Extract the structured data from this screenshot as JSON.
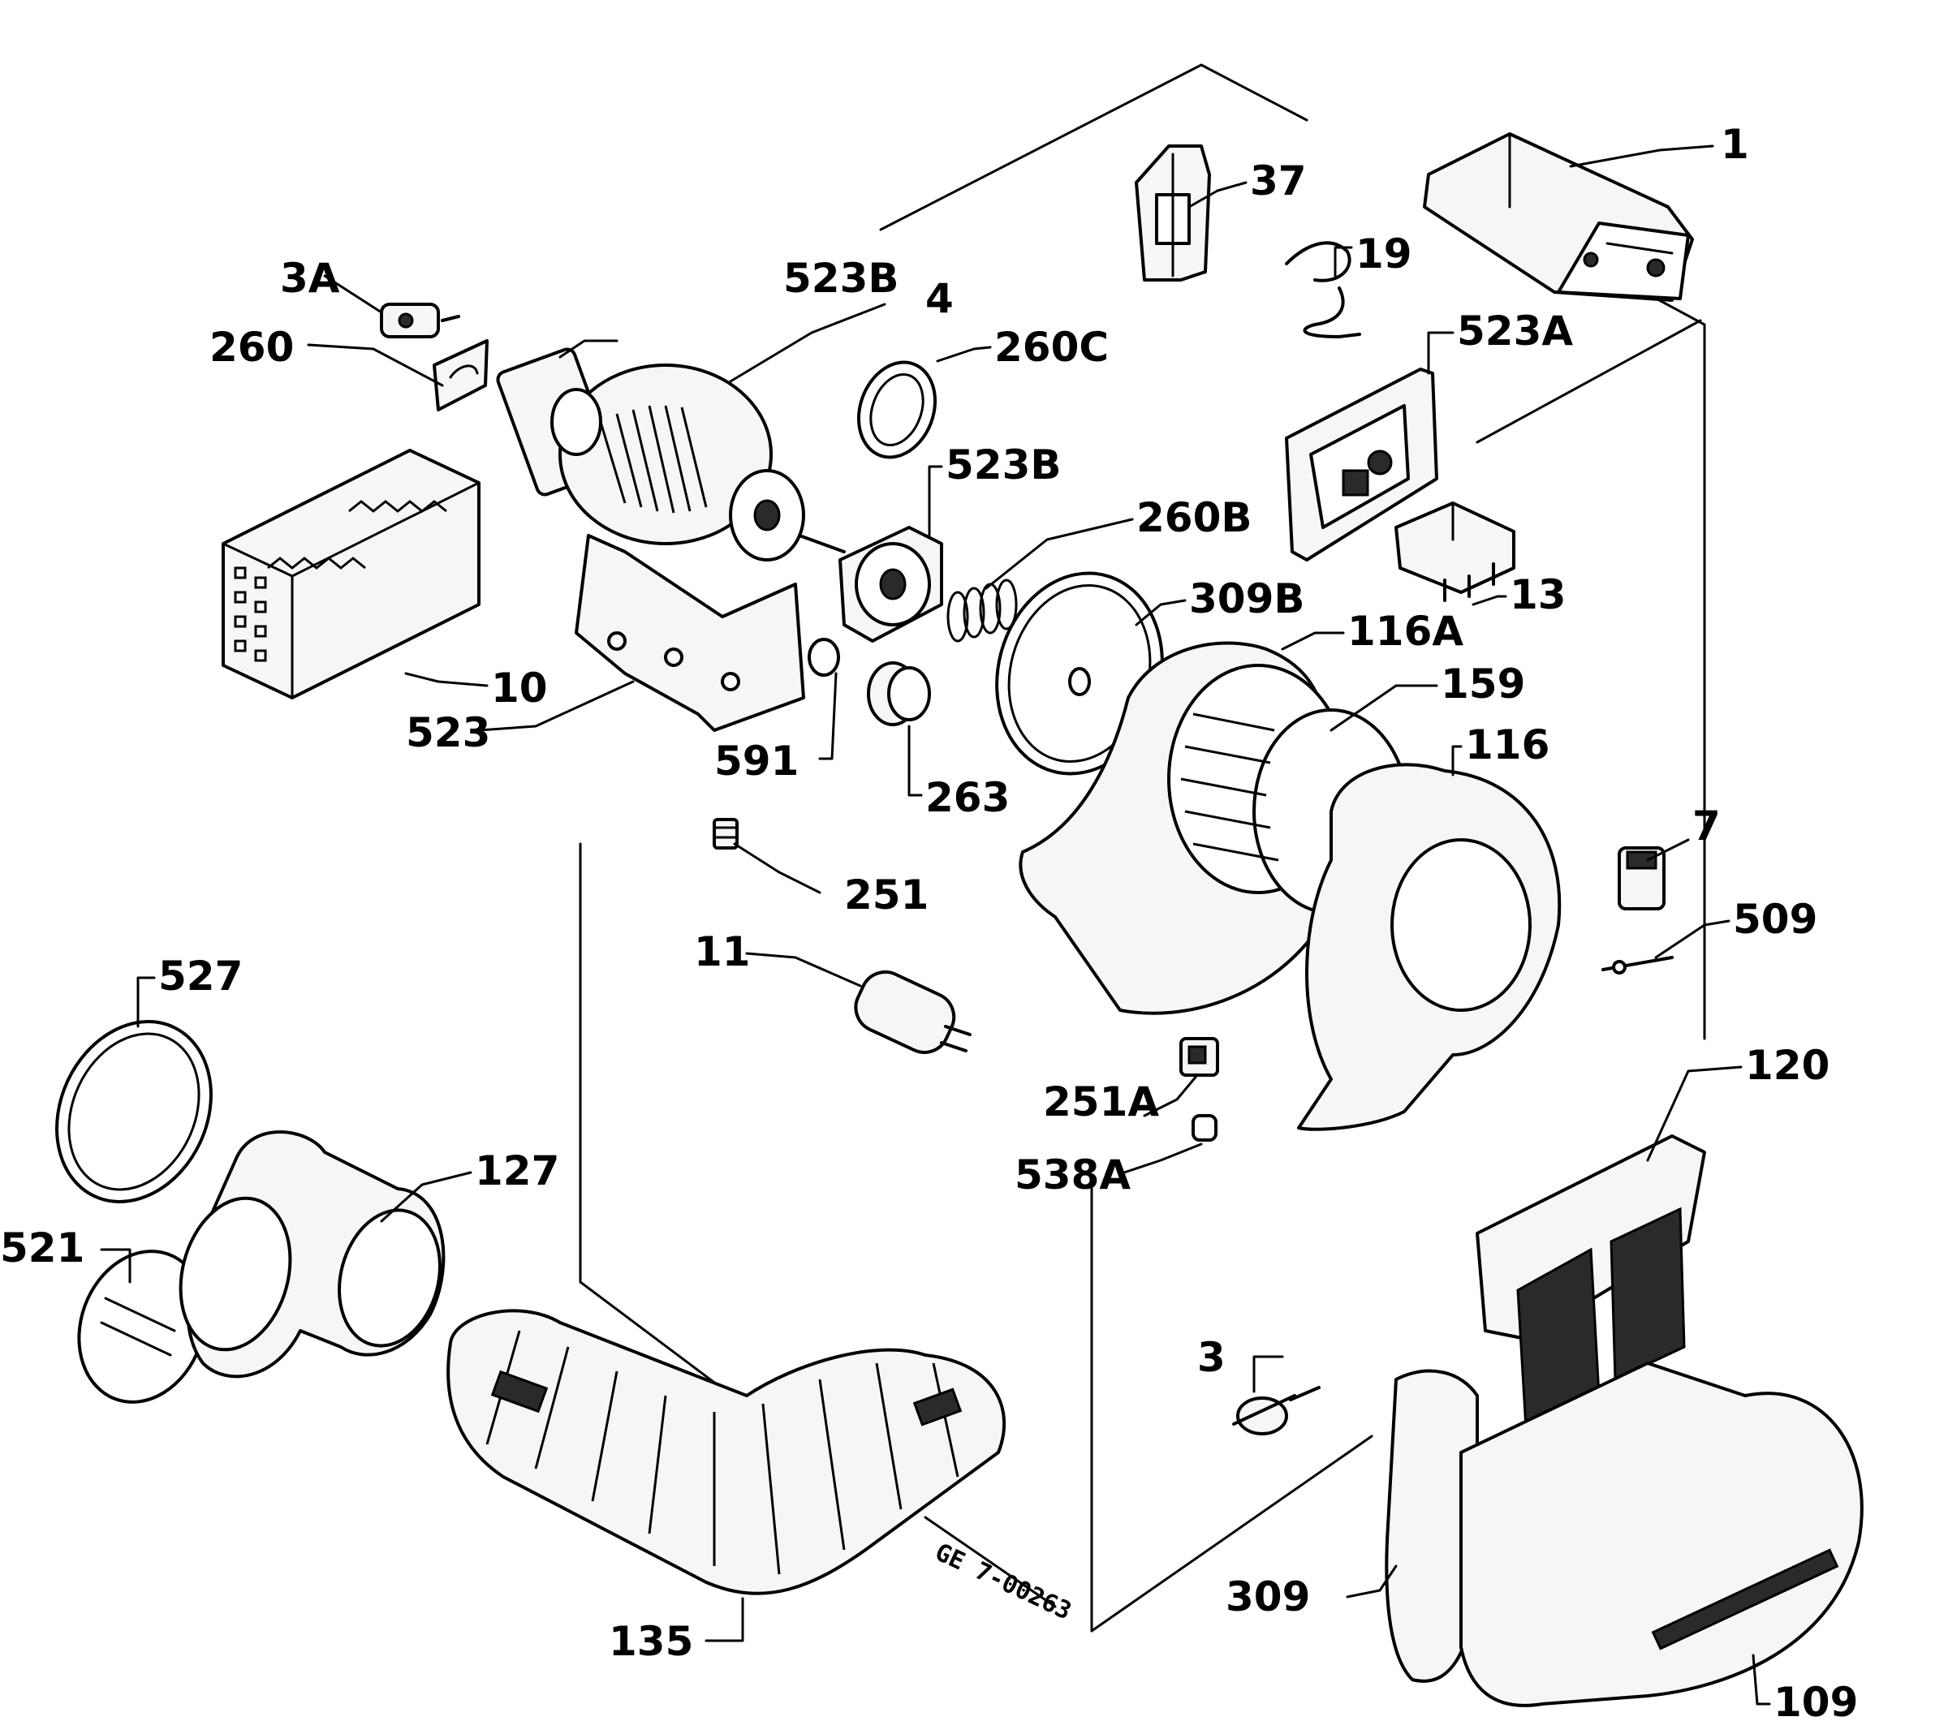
{
  "diagram_code": "GE 7-00263",
  "labels": {
    "l1": "1",
    "l3": "3",
    "l3a": "3A",
    "l4": "4",
    "l7": "7",
    "l10": "10",
    "l11": "11",
    "l13": "13",
    "l19": "19",
    "l37": "37",
    "l109": "109",
    "l116": "116",
    "l116a": "116A",
    "l120": "120",
    "l127": "127",
    "l135": "135",
    "l159": "159",
    "l251": "251",
    "l251a": "251A",
    "l260": "260",
    "l260b": "260B",
    "l260c": "260C",
    "l263": "263",
    "l309": "309",
    "l309b": "309B",
    "l509": "509",
    "l521": "521",
    "l523": "523",
    "l523a": "523A",
    "l523b_top": "523B",
    "l523b_mid": "523B",
    "l527": "527",
    "l538a": "538A",
    "l591": "591"
  }
}
